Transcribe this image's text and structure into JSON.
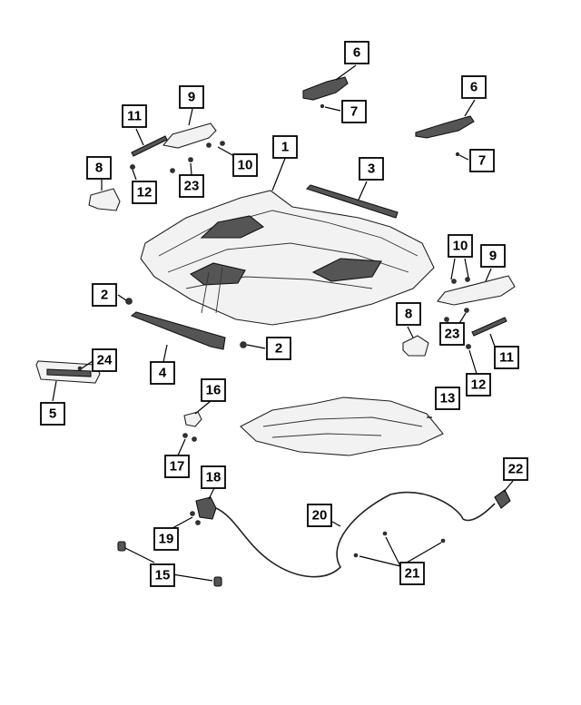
{
  "diagram": {
    "callouts": [
      "1",
      "2",
      "3",
      "4",
      "5",
      "6",
      "7",
      "8",
      "9",
      "10",
      "11",
      "12",
      "13",
      "15",
      "16",
      "17",
      "18",
      "19",
      "20",
      "21",
      "22",
      "23",
      "24"
    ]
  }
}
